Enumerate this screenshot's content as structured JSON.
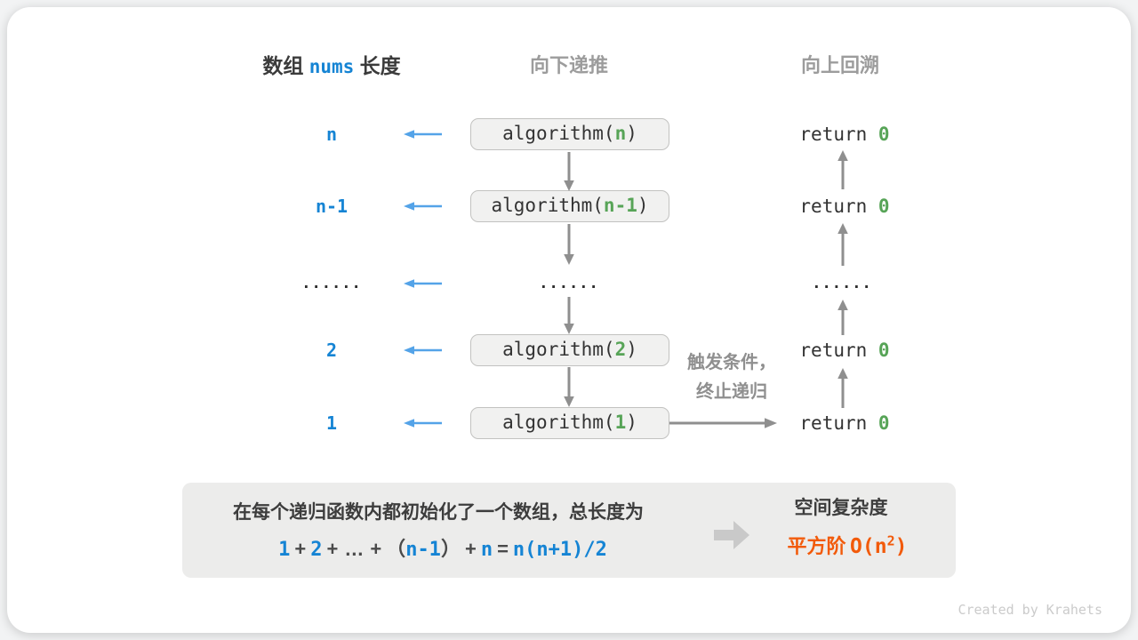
{
  "colors": {
    "blue_text": "#1584d4",
    "light_blue_arrow": "#54a3e8",
    "green_value": "#57a457",
    "gray_arrow": "#8f8f8f",
    "orange_result": "#f25a0a",
    "box_background": "#f1f1f0",
    "panel_background": "#ececeb",
    "dark_text": "#3b3b3b",
    "gray_header": "#9c9c9c"
  },
  "headers": {
    "array_prefix": "数组",
    "array_var": "nums",
    "array_suffix": "长度",
    "recurse_down": "向下递推",
    "backtrack_up": "向上回溯"
  },
  "shared": {
    "call_prefix": "algorithm(",
    "call_suffix": ")",
    "return_keyword": "return ",
    "return_value": "0"
  },
  "rows": [
    {
      "length": "n",
      "arg": "n"
    },
    {
      "length": "n-1",
      "arg": "n-1"
    },
    {
      "length": "......",
      "mid_dots": "......",
      "right_dots": "......"
    },
    {
      "length": "2",
      "arg": "2"
    },
    {
      "length": "1",
      "arg": "1"
    }
  ],
  "trigger": {
    "line1": "触发条件，",
    "line2": "终止递归"
  },
  "summary": {
    "line1": "在每个递归函数内都初始化了一个数组，总长度为",
    "formula": {
      "one": "1",
      "plus_a": "+",
      "two": "2",
      "plus_b": "+",
      "ellipsis": "…",
      "plus_c": "+",
      "open_paren": "（",
      "n_minus_one": "n-1",
      "close_paren": "）",
      "plus_d": "+",
      "n": "n",
      "equals": "=",
      "result": "n(n+1)/2"
    },
    "result_title": "空间复杂度",
    "result_order": "平方阶",
    "big_o_prefix": "O(n",
    "big_o_exponent": "2",
    "big_o_suffix": ")"
  },
  "watermark": "Created by Krahets"
}
